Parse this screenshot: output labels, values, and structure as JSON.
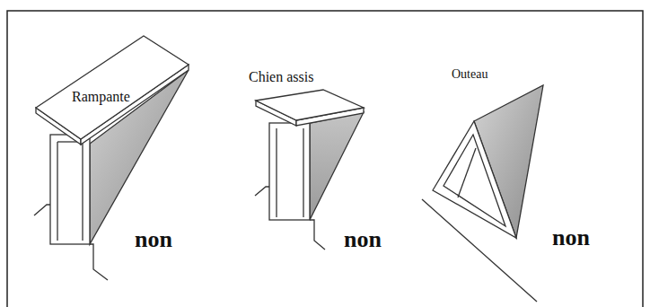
{
  "diagram": {
    "labels": [
      "Rampante",
      "Chien assis",
      "Outeau",
      "non",
      "non",
      "non"
    ]
  }
}
